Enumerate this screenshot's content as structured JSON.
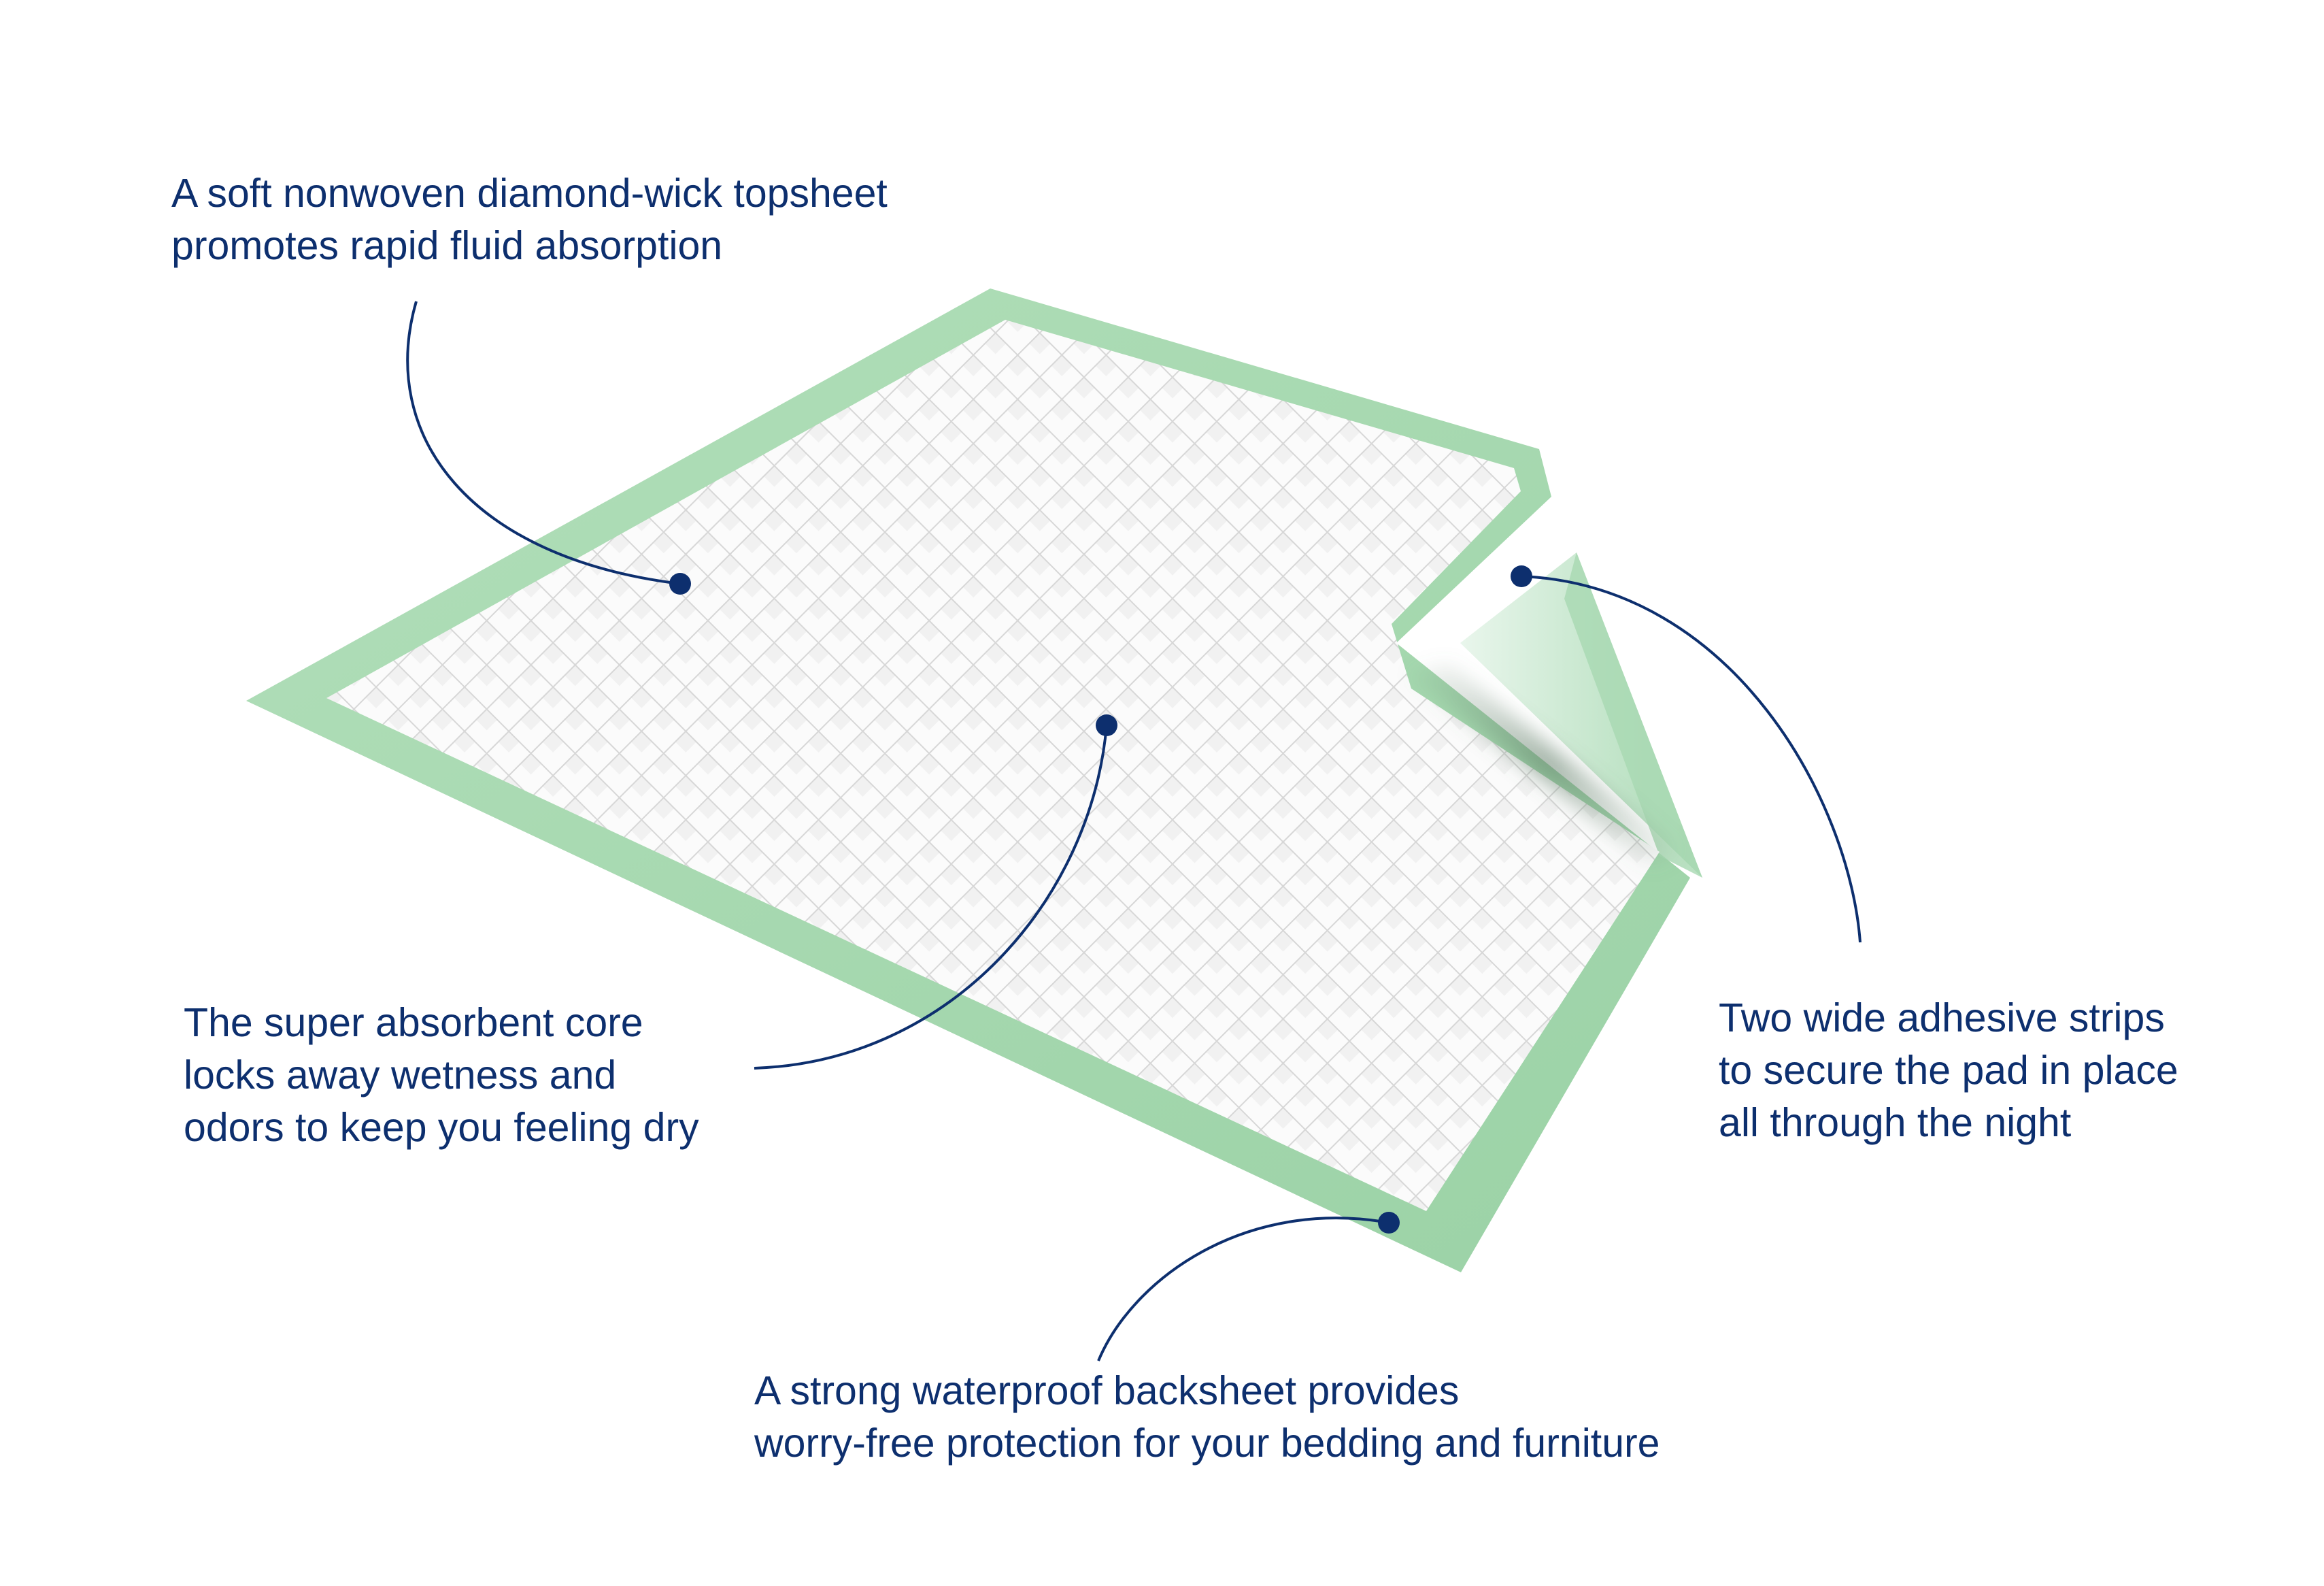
{
  "colors": {
    "text": "#0d2f6e",
    "leader_line": "#0d2f6e",
    "dot": "#0d2f6e",
    "pad_border": "#a9d9b2",
    "pad_border_dark": "#93cd9f",
    "topsheet": "#fbfbfb",
    "topsheet_grid": "#d5d5d5",
    "flap": "#bfe5c6"
  },
  "callouts": {
    "topsheet": {
      "lines": [
        "A soft nonwoven diamond-wick topsheet",
        "promotes rapid fluid absorption"
      ]
    },
    "core": {
      "lines": [
        "The super absorbent core",
        "locks away wetness and",
        "odors to keep you feeling dry"
      ]
    },
    "adhesive": {
      "lines": [
        "Two wide adhesive strips",
        "to secure the pad in place",
        "all through the night"
      ]
    },
    "backsheet": {
      "lines": [
        "A strong waterproof backsheet provides",
        "worry-free protection for your bedding and furniture"
      ]
    }
  }
}
